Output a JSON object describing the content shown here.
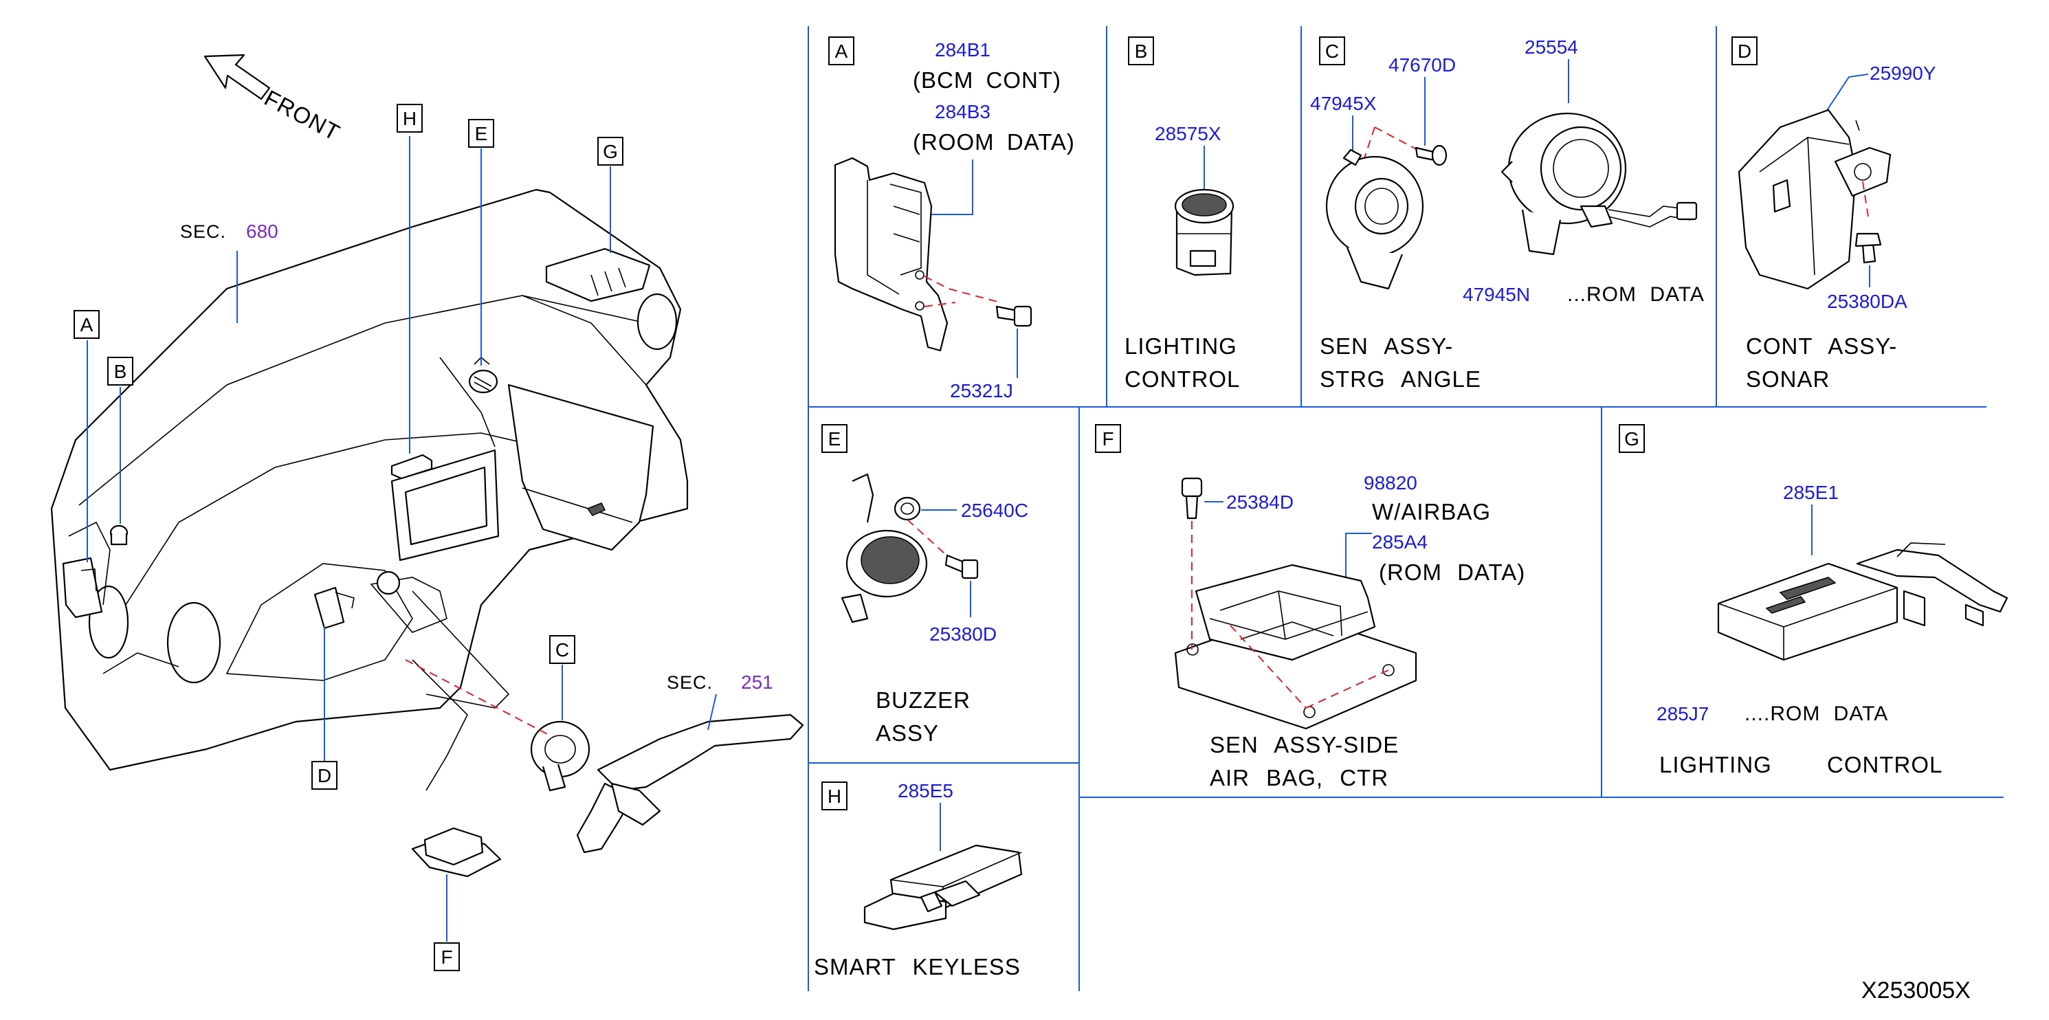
{
  "front_label": "FRONT",
  "drawing_code": "X253005X",
  "colors": {
    "part_number": "#1a1adc",
    "section_ref": "#7a2bc8",
    "leader": "#1a5ad6",
    "dash": "#e0202a"
  },
  "overview": {
    "sec_prefix": "SEC.",
    "sec_680": "680",
    "sec_251": "251",
    "markers": [
      "A",
      "B",
      "C",
      "D",
      "E",
      "F",
      "G",
      "H"
    ]
  },
  "panels": {
    "A": {
      "letter": "A",
      "pn1": "284B1",
      "text1": "(BCM CONT)",
      "pn2": "284B3",
      "text2": "(ROOM DATA)",
      "bolt_pn": "25321J"
    },
    "B": {
      "letter": "B",
      "pn": "28575X",
      "name1": "LIGHTING",
      "name2": "CONTROL"
    },
    "C": {
      "letter": "C",
      "pn_sensor": "47945X",
      "pn_screw": "47670D",
      "pn_spiral": "25554",
      "pn_rom": "47945N",
      "rom_text": "...ROM DATA",
      "name1": "SEN ASSY-",
      "name2": "STRG ANGLE"
    },
    "D": {
      "letter": "D",
      "pn": "25990Y",
      "bolt_pn": "25380DA",
      "name1": "CONT ASSY-",
      "name2": "SONAR"
    },
    "E": {
      "letter": "E",
      "pn1": "25640C",
      "pn2": "25380D",
      "name1": "BUZZER",
      "name2": "ASSY"
    },
    "F": {
      "letter": "F",
      "bolt_pn": "25384D",
      "pn1": "98820",
      "text1": "W/AIRBAG",
      "pn2": "285A4",
      "text2": "(ROM DATA)",
      "name1": "SEN ASSY-SIDE",
      "name2": "AIR BAG, CTR"
    },
    "G": {
      "letter": "G",
      "pn": "285E1",
      "rom_pn": "285J7",
      "rom_text": "....ROM DATA",
      "name1": "LIGHTING",
      "name2": "CONTROL"
    },
    "H": {
      "letter": "H",
      "pn": "285E5",
      "name": "SMART KEYLESS"
    }
  }
}
